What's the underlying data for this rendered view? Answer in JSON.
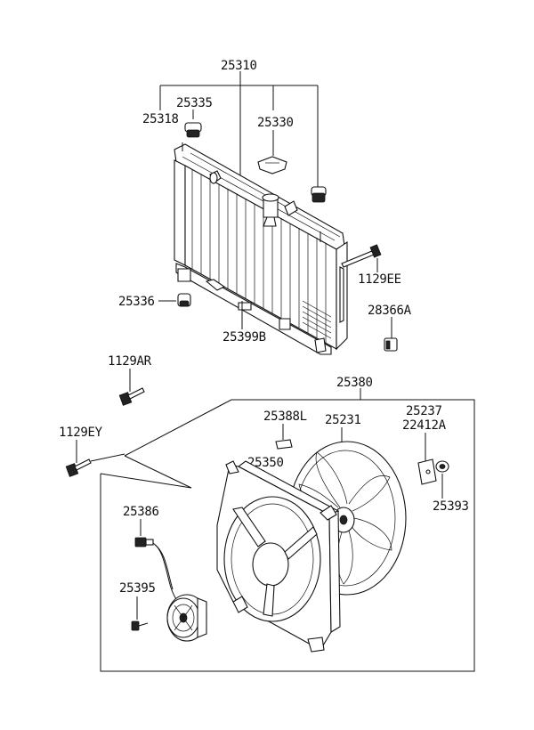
{
  "labels": {
    "p25310": "25310",
    "p25335": "25335",
    "p25318": "25318",
    "p25330": "25330",
    "p1129EE": "1129EE",
    "p25336": "25336",
    "p28366A": "28366A",
    "p25399B": "25399B",
    "p1129AR": "1129AR",
    "p25380": "25380",
    "p1129EY": "1129EY",
    "p25388L": "25388L",
    "p25231": "25231",
    "p25237": "25237",
    "p22412A": "22412A",
    "p25350": "25350",
    "p25386": "25386",
    "p25393": "25393",
    "p25395": "25395"
  }
}
